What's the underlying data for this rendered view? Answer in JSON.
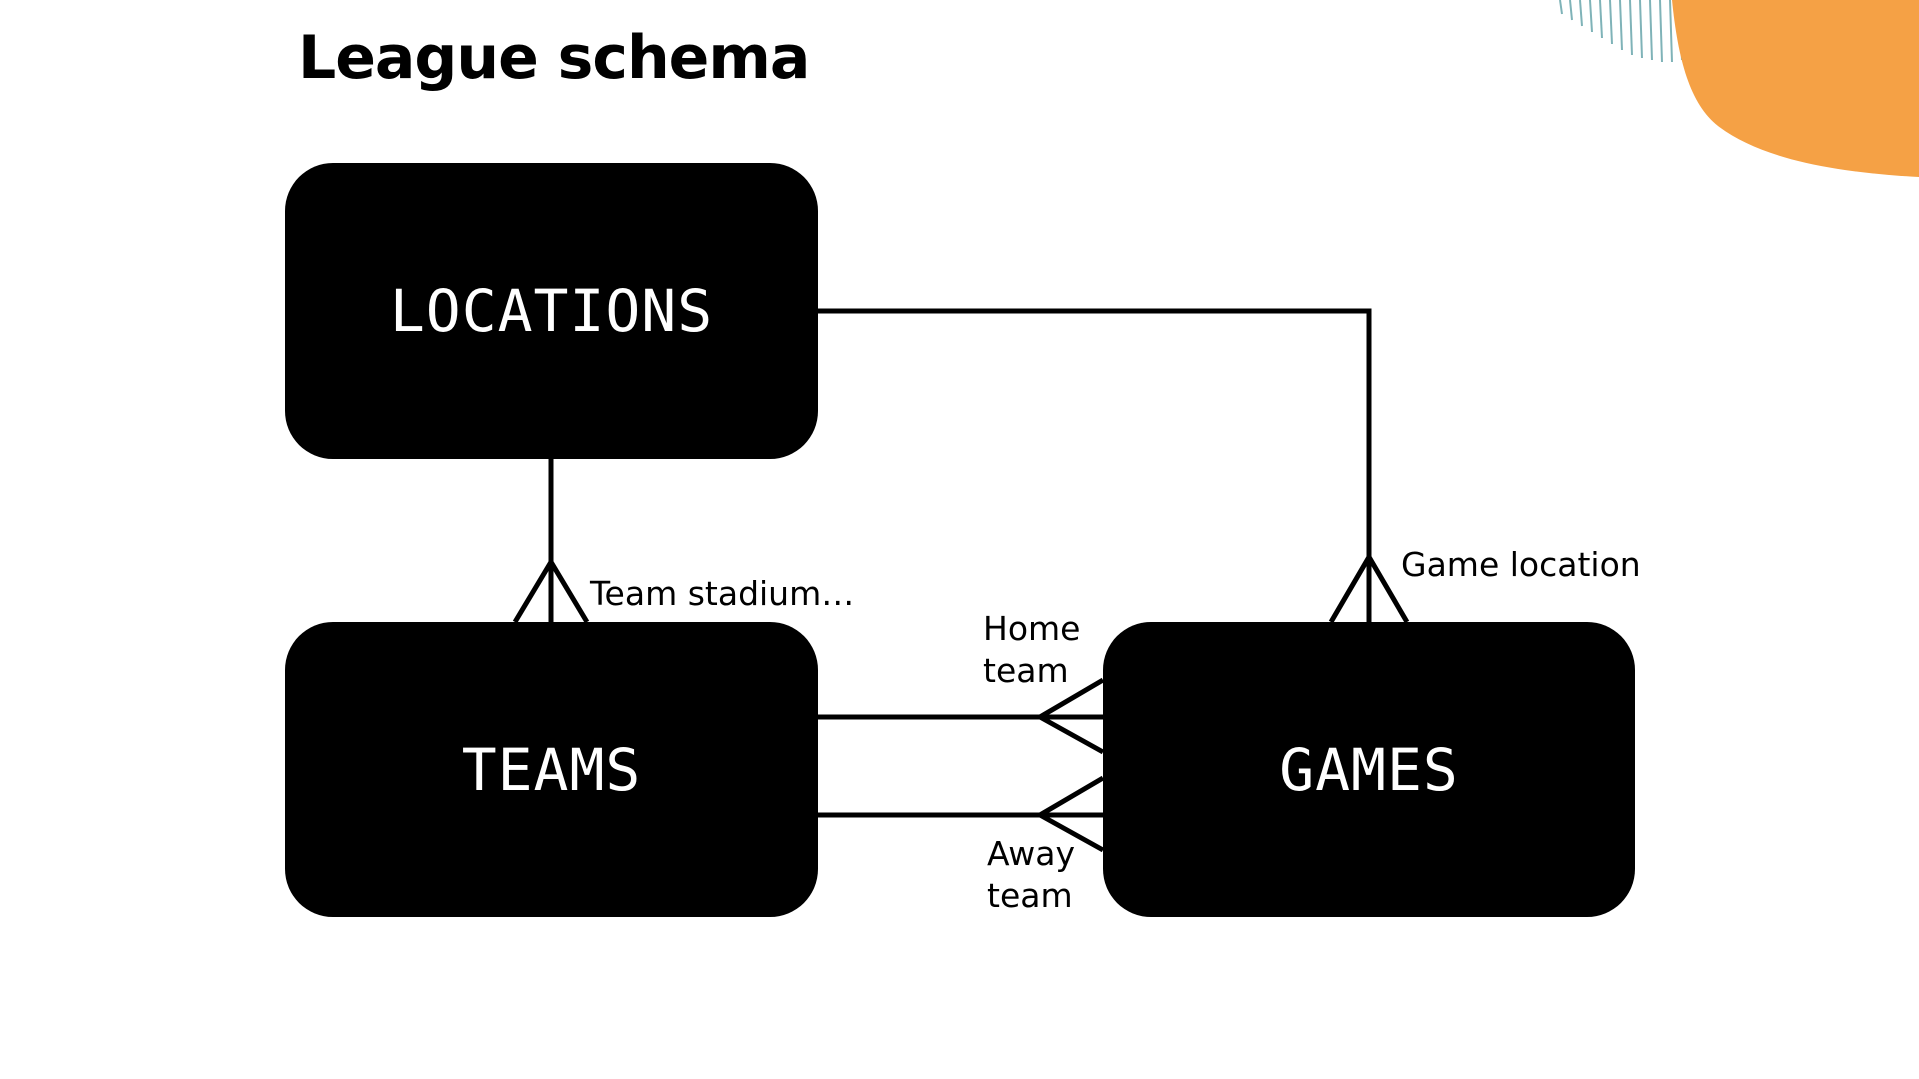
{
  "slide": {
    "title": "League schema"
  },
  "entities": {
    "locations": "LOCATIONS",
    "teams": "TEAMS",
    "games": "GAMES"
  },
  "relationships": {
    "team_stadium": "Team stadium…",
    "game_location": "Game location",
    "home_team": [
      "Home",
      "team"
    ],
    "away_team": [
      "Away",
      "team"
    ]
  },
  "colors": {
    "ink": "#000000",
    "accent_orange": "#F5A145",
    "accent_teal": "#7FB3B8"
  }
}
